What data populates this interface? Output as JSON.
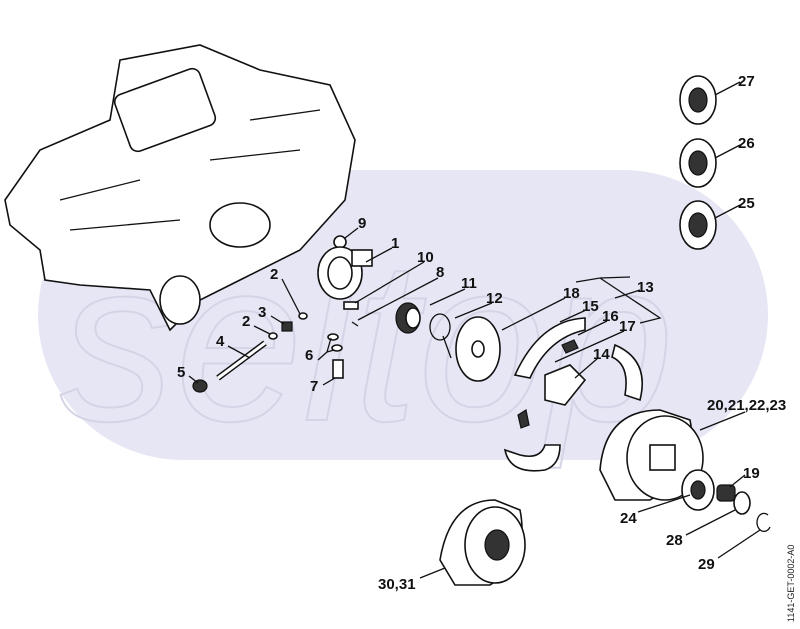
{
  "diagram": {
    "watermark": "seltop",
    "drawing_code": "1141-GET-0002-A0",
    "labels": {
      "p27": "27",
      "p26": "26",
      "p25": "25",
      "p9": "9",
      "p1": "1",
      "p10": "10",
      "p8": "8",
      "p11": "11",
      "p12": "12",
      "p18": "18",
      "p15": "15",
      "p13": "13",
      "p16": "16",
      "p17": "17",
      "p14": "14",
      "p2a": "2",
      "p3": "3",
      "p2b": "2",
      "p4": "4",
      "p6": "6",
      "p5": "5",
      "p7": "7",
      "p20": "20,21,22,23",
      "p19": "19",
      "p24": "24",
      "p28": "28",
      "p29": "29",
      "p30": "30,31"
    },
    "colors": {
      "background_band": "#e6e6f5",
      "ink": "#111111"
    }
  }
}
